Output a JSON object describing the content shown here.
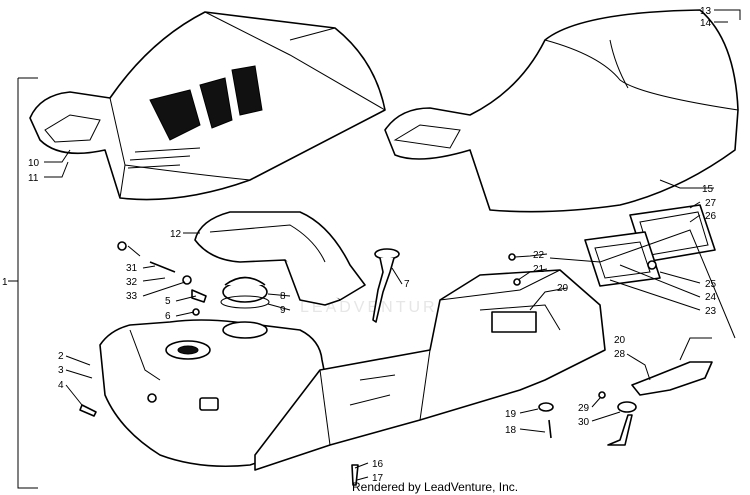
{
  "diagram": {
    "credit": "Rendered by LeadVenture, Inc.",
    "watermark": "LEADVENTURE",
    "callouts": [
      {
        "id": "c1",
        "text": "1"
      },
      {
        "id": "c2",
        "text": "2"
      },
      {
        "id": "c3",
        "text": "3"
      },
      {
        "id": "c4",
        "text": "4"
      },
      {
        "id": "c5",
        "text": "5"
      },
      {
        "id": "c6",
        "text": "6"
      },
      {
        "id": "c7",
        "text": "7"
      },
      {
        "id": "c8",
        "text": "8"
      },
      {
        "id": "c9",
        "text": "9"
      },
      {
        "id": "c10",
        "text": "10"
      },
      {
        "id": "c11",
        "text": "11"
      },
      {
        "id": "c12",
        "text": "12"
      },
      {
        "id": "c13",
        "text": "13"
      },
      {
        "id": "c14",
        "text": "14"
      },
      {
        "id": "c15",
        "text": "15"
      },
      {
        "id": "c16",
        "text": "16"
      },
      {
        "id": "c17",
        "text": "17"
      },
      {
        "id": "c18",
        "text": "18"
      },
      {
        "id": "c19",
        "text": "19"
      },
      {
        "id": "c20a",
        "text": "20"
      },
      {
        "id": "c20b",
        "text": "20"
      },
      {
        "id": "c21",
        "text": "21"
      },
      {
        "id": "c22",
        "text": "22"
      },
      {
        "id": "c23",
        "text": "23"
      },
      {
        "id": "c24",
        "text": "24"
      },
      {
        "id": "c25",
        "text": "25"
      },
      {
        "id": "c26",
        "text": "26"
      },
      {
        "id": "c27",
        "text": "27"
      },
      {
        "id": "c28",
        "text": "28"
      },
      {
        "id": "c29",
        "text": "29"
      },
      {
        "id": "c30",
        "text": "30"
      },
      {
        "id": "c31",
        "text": "31"
      },
      {
        "id": "c32",
        "text": "32"
      },
      {
        "id": "c33",
        "text": "33"
      }
    ]
  }
}
